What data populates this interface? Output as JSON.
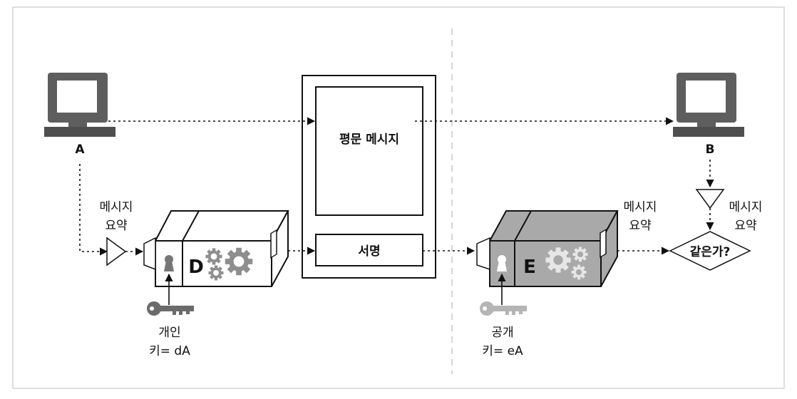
{
  "computers": {
    "left_label": "A",
    "right_label": "B"
  },
  "document": {
    "plaintext_label": "평문 메시지",
    "signature_label": "서명"
  },
  "left_device": {
    "letter": "D",
    "digest_label_line1": "메시지",
    "digest_label_line2": "요약",
    "key_label_line1": "개인",
    "key_label_line2": "키= dA"
  },
  "right_device": {
    "letter": "E",
    "digest_label_line1": "메시지",
    "digest_label_line2": "요약",
    "key_label_line1": "공개",
    "key_label_line2": "키= eA"
  },
  "receiver": {
    "digest_label_line1": "메시지",
    "digest_label_line2": "요약",
    "compare_label": "같은가?"
  },
  "colors": {
    "private_key": "#6b6b6b",
    "public_key": "#b5b5b5",
    "device_D_fill": "#ffffff",
    "device_E_fill": "#a9a9a9",
    "gear_D": "#8e8e8e",
    "gear_E": "#e6e6e6"
  }
}
